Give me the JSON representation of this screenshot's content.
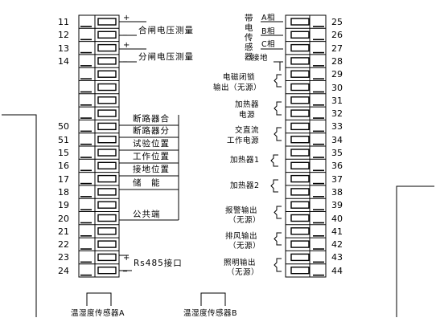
{
  "left_terminals": [
    "11",
    "12",
    "13",
    "14",
    "",
    "",
    "",
    "",
    "50",
    "51",
    "15",
    "16",
    "17",
    "18",
    "19",
    "20",
    "21",
    "22",
    "23",
    "24"
  ],
  "right_terminals": [
    "25",
    "26",
    "27",
    "28",
    "29",
    "30",
    "31",
    "32",
    "33",
    "34",
    "35",
    "36",
    "37",
    "38",
    "39",
    "40",
    "41",
    "42",
    "43",
    "44"
  ],
  "left_labels": {
    "closing_voltage": "合闸电压测量",
    "opening_voltage": "分闸电压测量",
    "breaker_closed": "断路器合",
    "breaker_open": "断路器分",
    "test_position": "试验位置",
    "working_position": "工作位置",
    "earthing_position": "接地位置",
    "stored_energy": "储　能",
    "common_terminal": "公共端",
    "rs485": "Rs485接口"
  },
  "right_labels": {
    "live_indicator": "带电传感器",
    "phase_a": "A相",
    "phase_b": "B相",
    "phase_c": "C相",
    "earth": "接地",
    "em_lock_line1": "电磁闭锁",
    "em_lock_line2": "输出（无源）",
    "heater_power_line1": "加热器",
    "heater_power_line2": "电源",
    "acdc_power_line1": "交直流",
    "acdc_power_line2": "工作电源",
    "heater1": "加热器1",
    "heater2": "加热器2",
    "alarm_line1": "报警输出",
    "alarm_line2": "（无源）",
    "fan_line1": "排风输出",
    "fan_line2": "（无源）",
    "light_line1": "照明输出",
    "light_line2": "（无源）"
  },
  "signs": {
    "plus": "+",
    "minus": "_"
  },
  "sensors": {
    "a": "温湿度传感器A",
    "b": "温湿度传感器B"
  }
}
